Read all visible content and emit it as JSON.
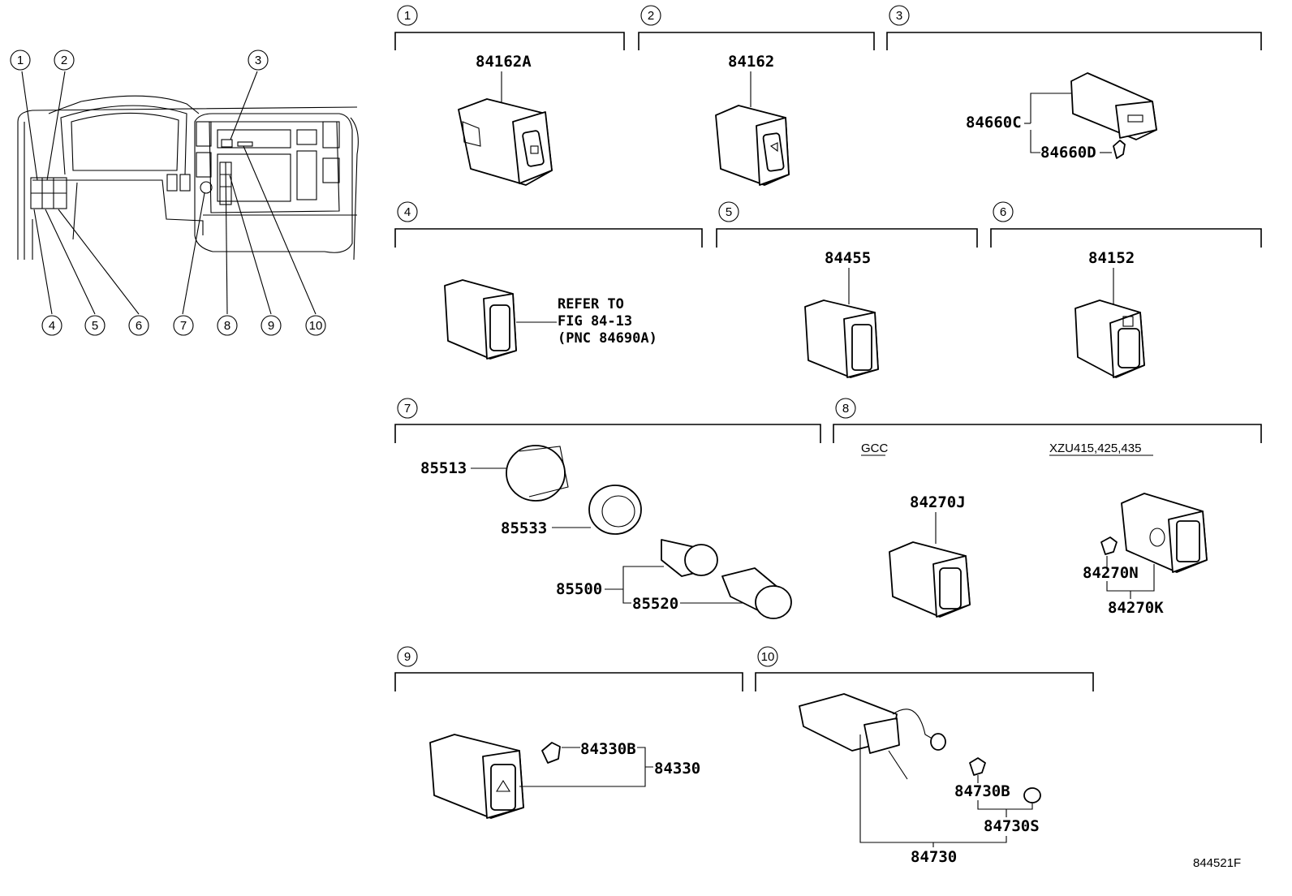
{
  "overview": {
    "callouts": [
      "1",
      "2",
      "3",
      "4",
      "5",
      "6",
      "7",
      "8",
      "9",
      "10"
    ]
  },
  "sections": [
    {
      "number": "1",
      "parts": [
        "84162A"
      ]
    },
    {
      "number": "2",
      "parts": [
        "84162"
      ]
    },
    {
      "number": "3",
      "parts": [
        "84660C",
        "84660D"
      ]
    },
    {
      "number": "4",
      "parts": [],
      "note": [
        "REFER TO",
        "FIG 84-13",
        "(PNC 84690A)"
      ]
    },
    {
      "number": "5",
      "parts": [
        "84455"
      ]
    },
    {
      "number": "6",
      "parts": [
        "84152"
      ]
    },
    {
      "number": "7",
      "parts": [
        "85513",
        "85533",
        "85500",
        "85520"
      ]
    },
    {
      "number": "8",
      "conditions": [
        "GCC",
        "XZU415,425,435"
      ],
      "parts": [
        "84270J",
        "84270N",
        "84270K"
      ]
    },
    {
      "number": "9",
      "parts": [
        "84330B",
        "84330"
      ]
    },
    {
      "number": "10",
      "parts": [
        "84730B",
        "84730S",
        "84730"
      ]
    }
  ],
  "figure_id": "844521F"
}
